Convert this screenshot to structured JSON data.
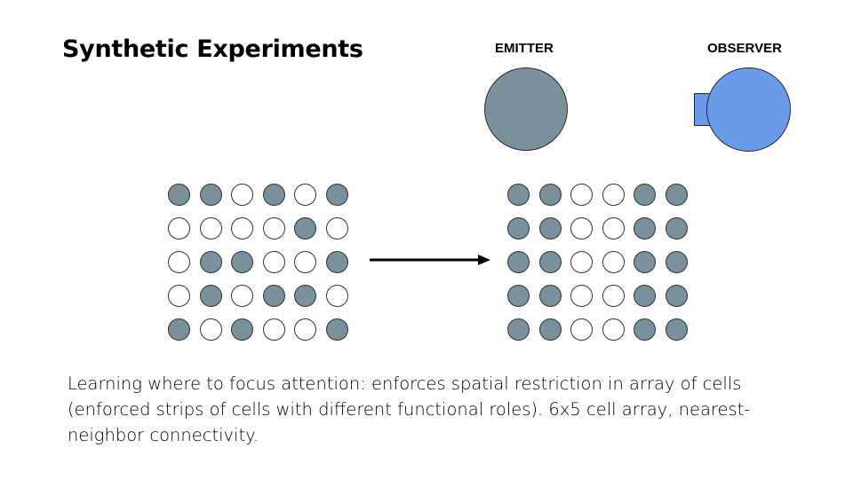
{
  "title": "Synthetic Experiments",
  "emitter": {
    "label": "EMITTER",
    "color": "#7a909b"
  },
  "observer": {
    "label": "OBSERVER",
    "color": "#6a9ae8"
  },
  "grid_colors": {
    "active": "#7a909b",
    "inactive": "#ffffff",
    "stroke": "#333333"
  },
  "input_grid": [
    [
      1,
      1,
      0,
      1,
      0,
      1
    ],
    [
      0,
      0,
      0,
      0,
      1,
      0
    ],
    [
      0,
      1,
      1,
      0,
      0,
      1
    ],
    [
      0,
      1,
      0,
      1,
      1,
      0
    ],
    [
      1,
      0,
      1,
      0,
      0,
      1
    ]
  ],
  "output_grid": [
    [
      1,
      1,
      0,
      0,
      1,
      1
    ],
    [
      1,
      1,
      0,
      0,
      1,
      1
    ],
    [
      1,
      1,
      0,
      0,
      1,
      1
    ],
    [
      1,
      1,
      0,
      0,
      1,
      1
    ],
    [
      1,
      1,
      0,
      0,
      1,
      1
    ]
  ],
  "caption": "Learning where to focus attention: enforces spatial restriction in array of cells (enforced strips of cells with different functional roles). 6x5 cell array, nearest-neighbor connectivity."
}
